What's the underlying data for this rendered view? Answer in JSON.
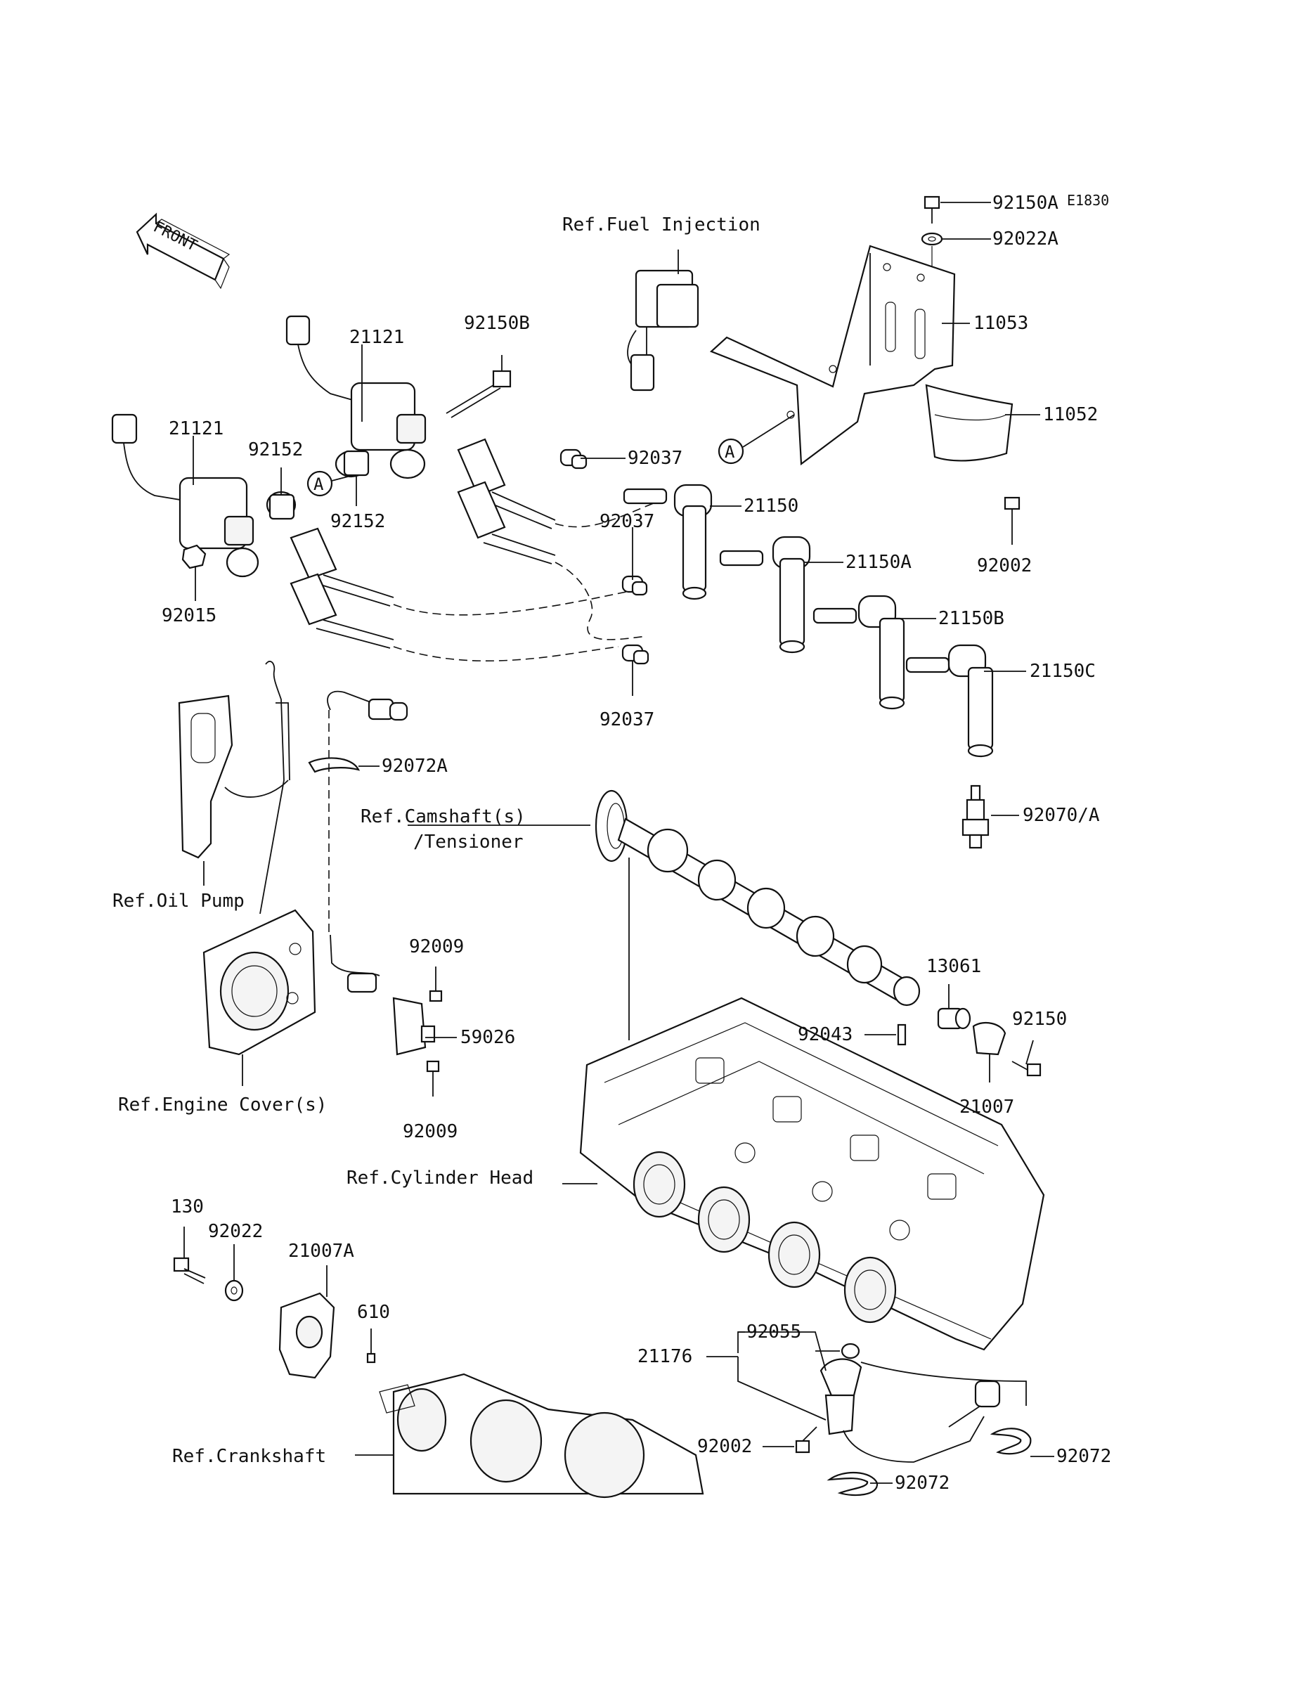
{
  "diagram": {
    "code": "E1830",
    "front_arrow_text": "FRONT",
    "callout_letter": "A",
    "references": {
      "fuel_injection": "Ref.Fuel Injection",
      "camshaft_line1": "Ref.Camshaft(s)",
      "camshaft_line2": "/Tensioner",
      "oil_pump": "Ref.Oil Pump",
      "engine_cover": "Ref.Engine Cover(s)",
      "cylinder_head": "Ref.Cylinder Head",
      "crankshaft": "Ref.Crankshaft"
    },
    "parts": [
      "92150A",
      "92022A",
      "11053",
      "11052",
      "92002",
      "21150",
      "21150A",
      "21150B",
      "21150C",
      "92037",
      "92037",
      "92037",
      "21121",
      "21121",
      "92152",
      "92152",
      "92150B",
      "92015",
      "92072A",
      "92070/A",
      "92009",
      "59026",
      "92009",
      "13061",
      "92043",
      "92150",
      "21007",
      "130",
      "92022",
      "21007A",
      "610",
      "21176",
      "92055",
      "92002",
      "92072",
      "92072"
    ]
  },
  "colors": {
    "ink": "#111111",
    "paper": "#ffffff"
  }
}
